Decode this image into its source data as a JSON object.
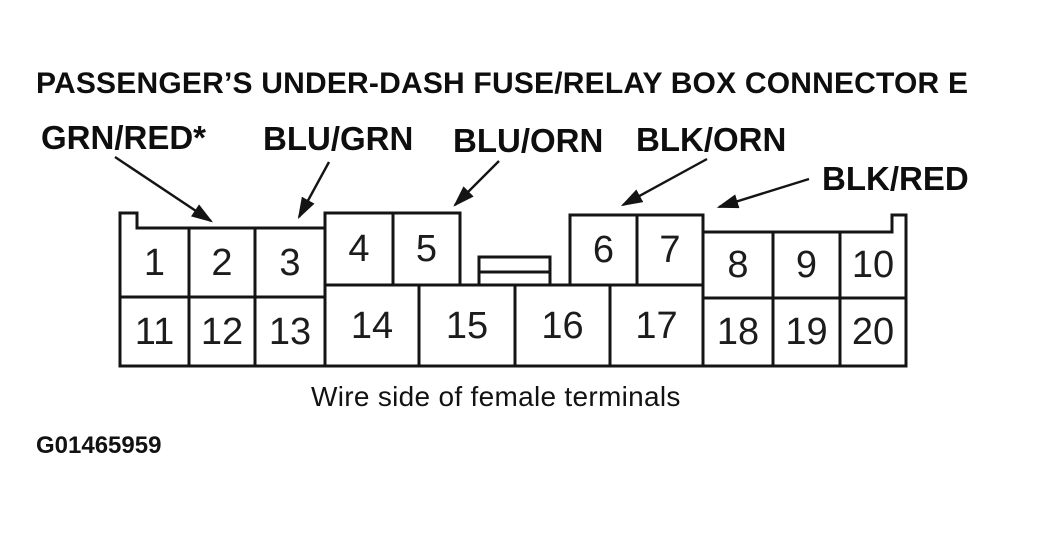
{
  "title": "PASSENGER’S UNDER-DASH FUSE/RELAY BOX CONNECTOR E",
  "caption": "Wire side of female terminals",
  "figure_id": "G01465959",
  "wire_labels": [
    {
      "label": "GRN/RED*",
      "terminal": "2"
    },
    {
      "label": "BLU/GRN",
      "terminal": "3"
    },
    {
      "label": "BLU/ORN",
      "terminal": "5"
    },
    {
      "label": "BLK/ORN",
      "terminal": "6"
    },
    {
      "label": "BLK/RED",
      "terminal": "7"
    }
  ],
  "terminals": [
    "1",
    "2",
    "3",
    "4",
    "5",
    "6",
    "7",
    "8",
    "9",
    "10",
    "11",
    "12",
    "13",
    "14",
    "15",
    "16",
    "17",
    "18",
    "19",
    "20"
  ],
  "colors": {
    "ink": "#141414",
    "background": "#ffffff"
  }
}
